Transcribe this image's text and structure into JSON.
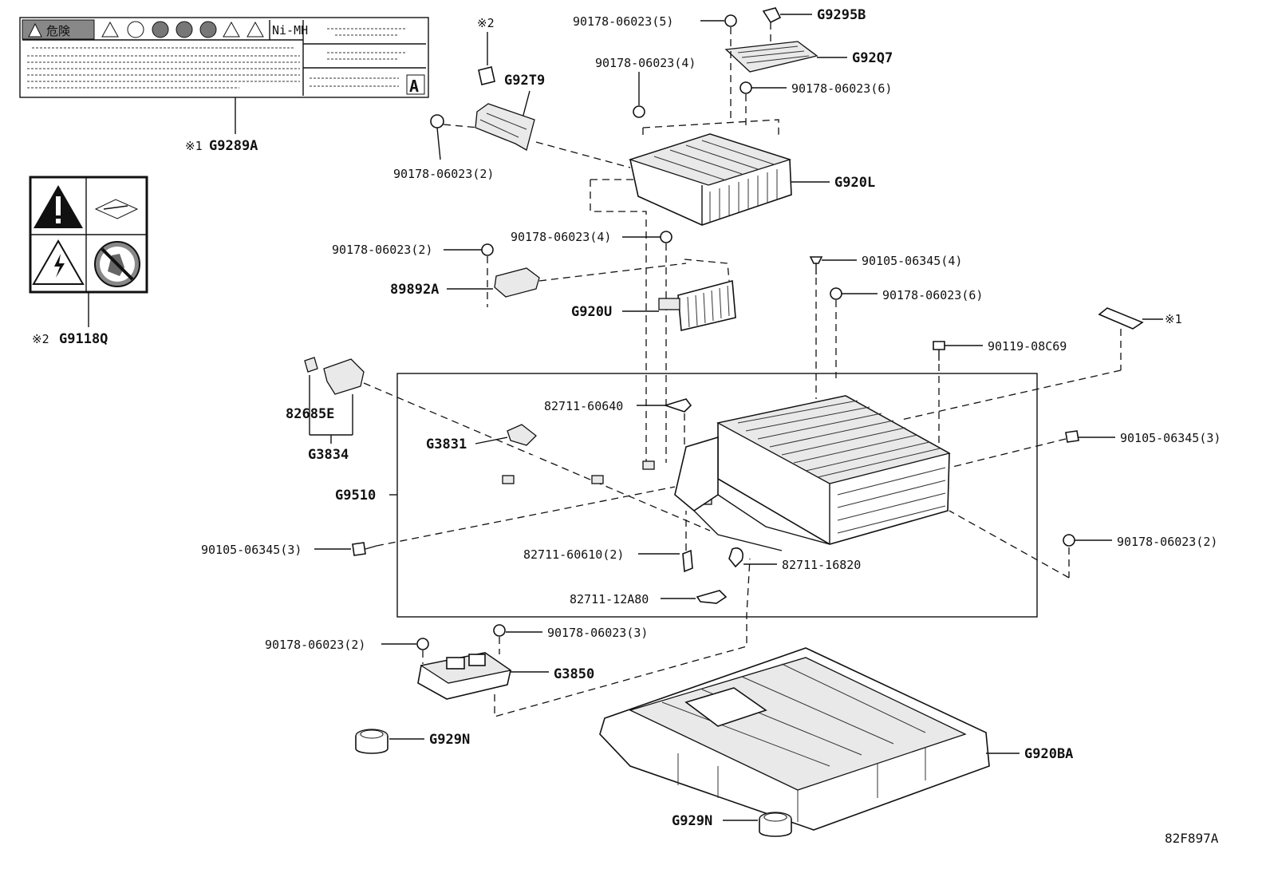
{
  "labels": {
    "g9289a": "G9289A",
    "g9289a_note": "※1",
    "g9118q": "G9118Q",
    "g9118q_note": "※2",
    "note2_top": "※2",
    "note1_right": "※1",
    "g92t9": "G92T9",
    "g9295b": "G9295B",
    "g92q7": "G92Q7",
    "g920l": "G920L",
    "bolt_5": "90178-06023(5)",
    "bolt_4a": "90178-06023(4)",
    "bolt_6a": "90178-06023(6)",
    "bolt_2a": "90178-06023(2)",
    "bolt_2b": "90178-06023(2)",
    "bolt_4b": "90178-06023(4)",
    "p89892a": "89892A",
    "g920u": "G920U",
    "screw_4": "90105-06345(4)",
    "bolt_6b": "90178-06023(6)",
    "p90119": "90119-08C69",
    "p82685e": "82685E",
    "g3834": "G3834",
    "p82711_60640": "82711-60640",
    "g3831": "G3831",
    "screw_3a": "90105-06345(3)",
    "g9510": "G9510",
    "screw_3b": "90105-06345(3)",
    "p82711_60610": "82711-60610(2)",
    "p82711_16820": "82711-16820",
    "bolt_2c": "90178-06023(2)",
    "p82711_12a80": "82711-12A80",
    "bolt_2d": "90178-06023(2)",
    "bolt_3": "90178-06023(3)",
    "g3850": "G3850",
    "g929n_a": "G929N",
    "g920ba": "G920BA",
    "g929n_b": "G929N",
    "diagram_code": "82F897A"
  },
  "label_card": {
    "warning_word": "危険",
    "battery_type": "Ni-MH",
    "letter": "A"
  }
}
